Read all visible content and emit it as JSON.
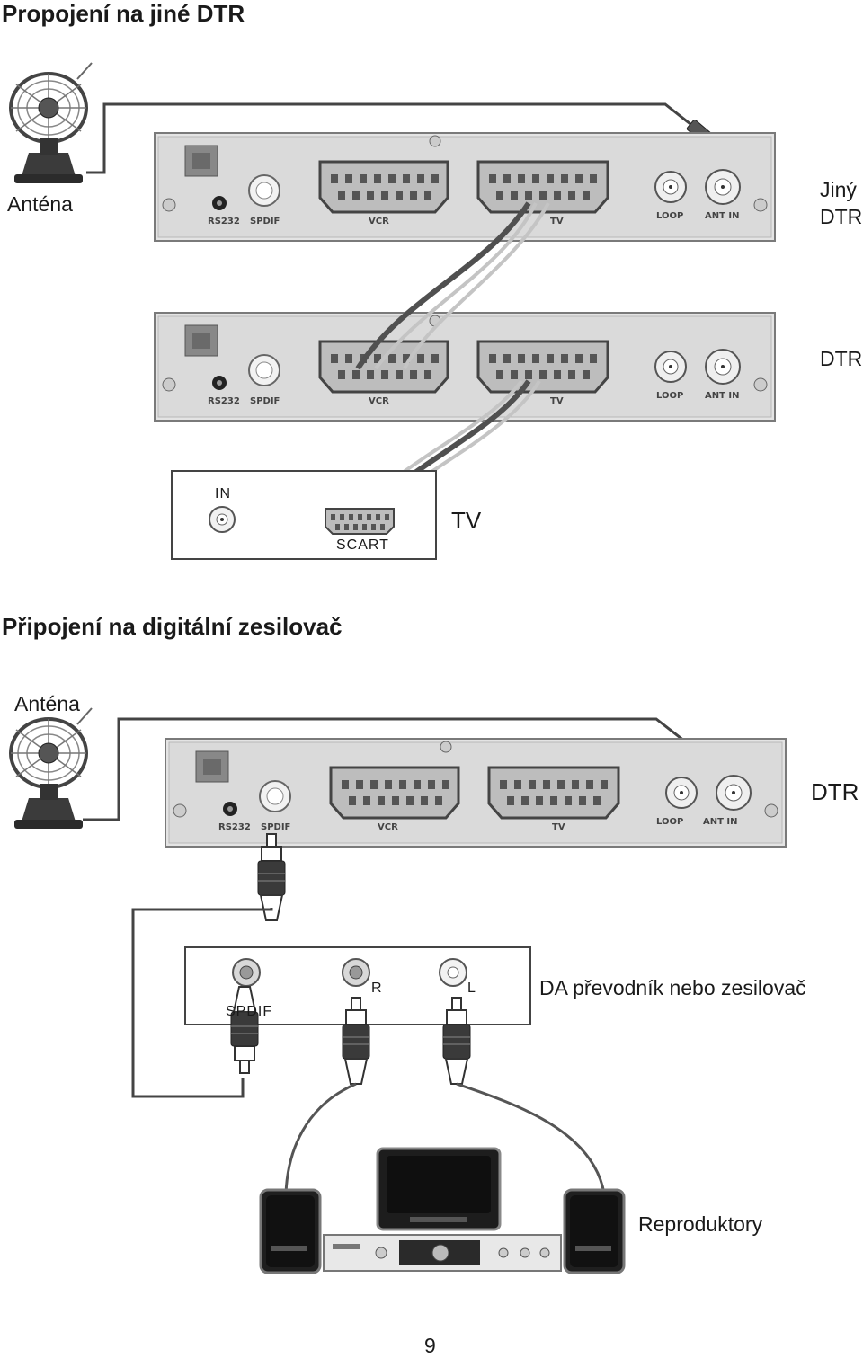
{
  "section1": {
    "title": "Propojení na jiné DTR",
    "antenna_label": "Anténa",
    "other_dtr_label_line1": "Jiný",
    "other_dtr_label_line2": "DTR",
    "dtr_label": "DTR",
    "tv": {
      "label": "TV",
      "in_label": "IN",
      "scart_label": "SCART"
    }
  },
  "section2": {
    "title": "Připojení na digitální zesilovač",
    "antenna_label": "Anténa",
    "dtr_label": "DTR",
    "converter": {
      "label": "DA převodník nebo zesilovač",
      "spdif_label": "SPDIF",
      "r_label": "R",
      "l_label": "L"
    },
    "speakers_label": "Reproduktory"
  },
  "device_ports": {
    "rs232": "RS232",
    "spdif": "SPDIF",
    "vcr": "VCR",
    "tv": "TV",
    "loop": "LOOP",
    "ant_in": "ANT IN"
  },
  "page_number": "9",
  "colors": {
    "panel": "#dcdcdc",
    "panel_edge": "#8a8a8a",
    "cable_dark": "#555555",
    "cable_light": "#bdbdbd"
  }
}
